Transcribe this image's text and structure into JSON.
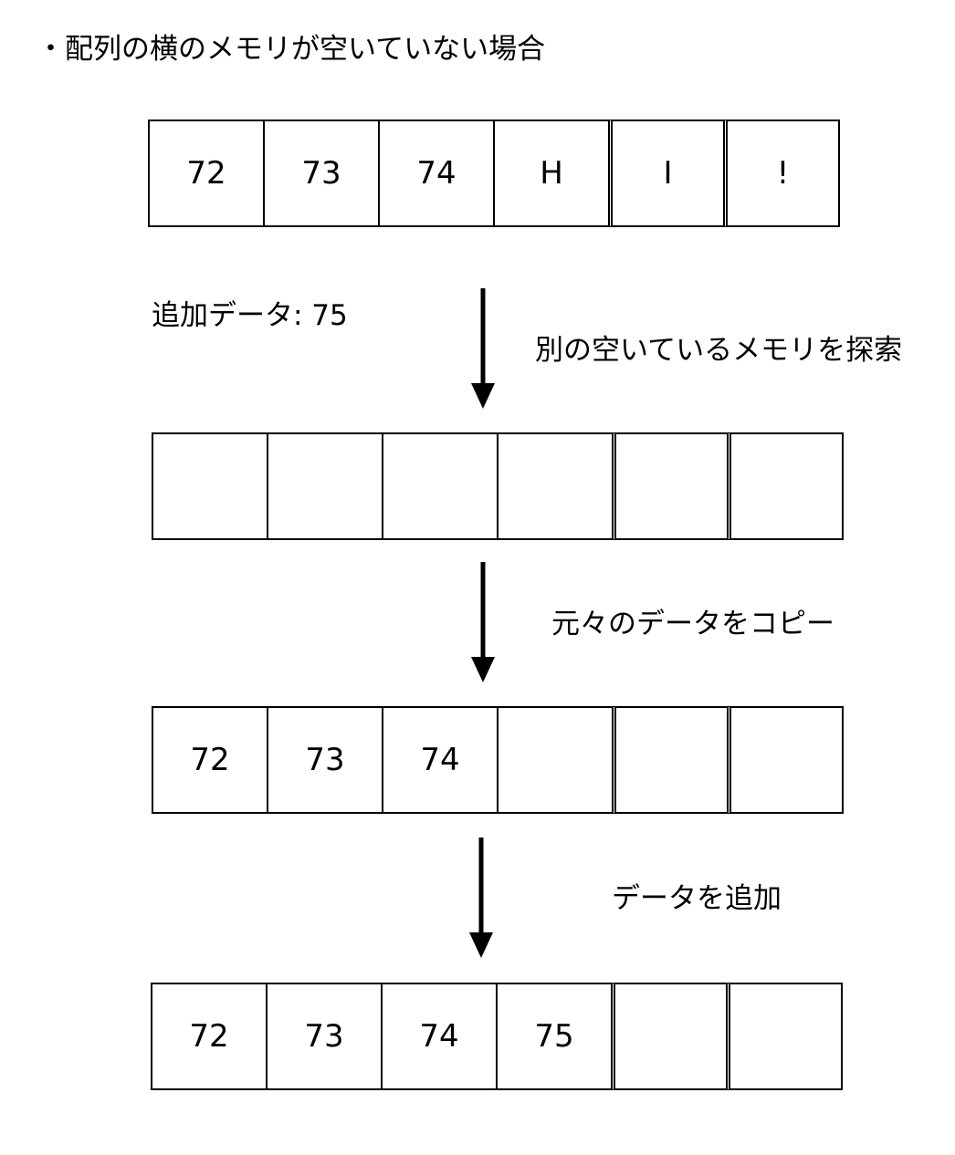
{
  "title": "・配列の横のメモリが空いていない場合",
  "add_data_label": "追加データ: 75",
  "steps": [
    "別の空いているメモリを探索",
    "元々のデータをコピー",
    "データを追加"
  ],
  "arrays": [
    [
      "72",
      "73",
      "74",
      "H",
      "I",
      "!"
    ],
    [
      "",
      "",
      "",
      "",
      "",
      ""
    ],
    [
      "72",
      "73",
      "74",
      "",
      "",
      ""
    ],
    [
      "72",
      "73",
      "74",
      "75",
      "",
      ""
    ]
  ]
}
